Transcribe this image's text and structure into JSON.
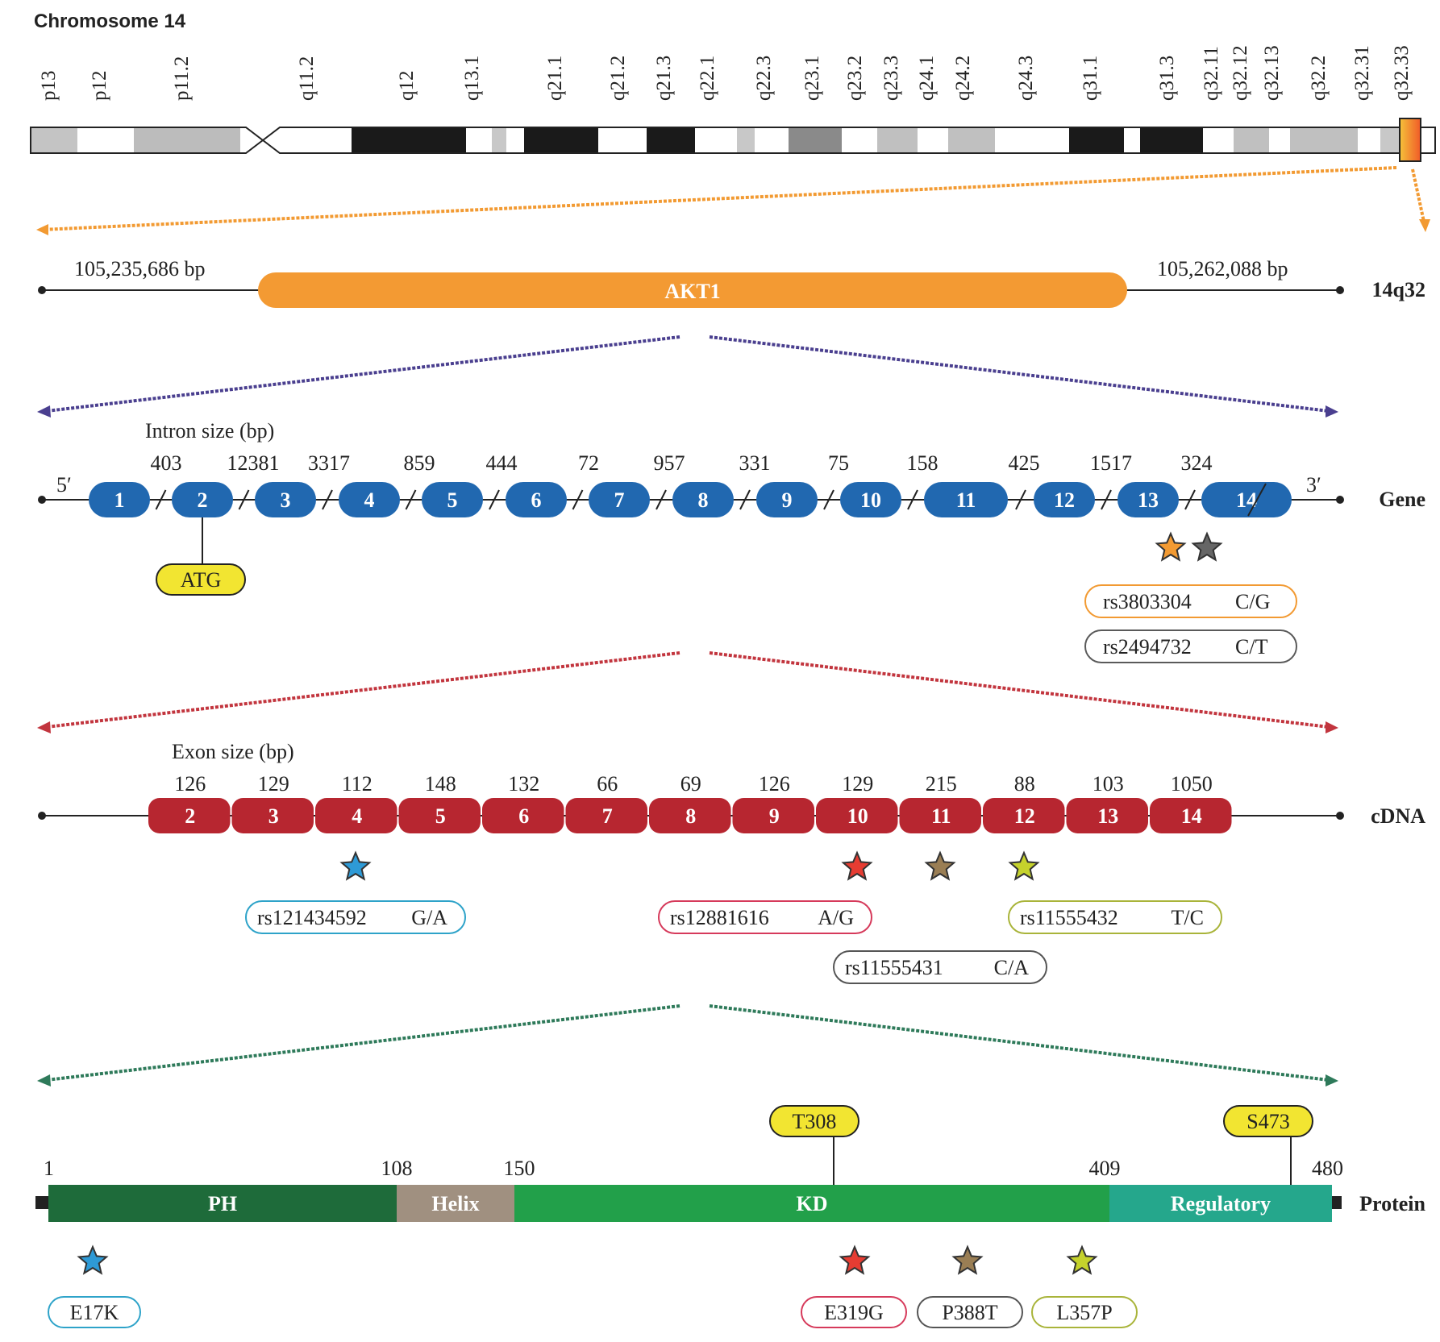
{
  "title": "Chromosome 14",
  "chromosome": {
    "bands": [
      "p13",
      "p12",
      "p11.2",
      "q11.2",
      "q12",
      "q13.1",
      "q21.1",
      "q21.2",
      "q21.3",
      "q22.1",
      "q22.3",
      "q23.1",
      "q23.2",
      "q23.3",
      "q24.1",
      "q24.2",
      "q24.3",
      "q31.1",
      "q31.3",
      "q32.11",
      "q32.12",
      "q32.13",
      "q32.2",
      "q32.31",
      "q32.33"
    ]
  },
  "gene_locus": {
    "name": "AKT1",
    "start": "105,235,686 bp",
    "end": "105,262,088 bp",
    "locus": "14q32"
  },
  "gene": {
    "row_label": "Gene",
    "intron_heading": "Intron size (bp)",
    "intron_sizes": [
      "403",
      "12381",
      "3317",
      "859",
      "444",
      "72",
      "957",
      "331",
      "75",
      "158",
      "425",
      "1517",
      "324"
    ],
    "exons": [
      "1",
      "2",
      "3",
      "4",
      "5",
      "6",
      "7",
      "8",
      "9",
      "10",
      "11",
      "12",
      "13",
      "14"
    ],
    "five_prime": "5′",
    "three_prime": "3′",
    "start_codon": "ATG",
    "snps": [
      {
        "id": "rs3803304",
        "allele": "C/G",
        "color": "#f29a32"
      },
      {
        "id": "rs2494732",
        "allele": "C/T",
        "color": "#5a5a5a"
      }
    ]
  },
  "cdna": {
    "row_label": "cDNA",
    "exon_heading": "Exon size (bp)",
    "exon_sizes": [
      "126",
      "129",
      "112",
      "148",
      "132",
      "66",
      "69",
      "126",
      "129",
      "215",
      "88",
      "103",
      "1050"
    ],
    "exons": [
      "2",
      "3",
      "4",
      "5",
      "6",
      "7",
      "8",
      "9",
      "10",
      "11",
      "12",
      "13",
      "14"
    ],
    "snps": [
      {
        "id": "rs121434592",
        "allele": "G/A",
        "color": "#2ea3c9"
      },
      {
        "id": "rs12881616",
        "allele": "A/G",
        "color": "#d63a5b"
      },
      {
        "id": "rs11555431",
        "allele": "C/A",
        "color": "#555555"
      },
      {
        "id": "rs11555432",
        "allele": "T/C",
        "color": "#a9b43a"
      }
    ]
  },
  "protein": {
    "row_label": "Protein",
    "positions": [
      "1",
      "108",
      "150",
      "409",
      "480"
    ],
    "domains": [
      {
        "name": "PH",
        "color": "#1e6b3a"
      },
      {
        "name": "Helix",
        "color": "#a09080"
      },
      {
        "name": "KD",
        "color": "#22a04a"
      },
      {
        "name": "Regulatory",
        "color": "#25a78c"
      }
    ],
    "phospho_sites": [
      "T308",
      "S473"
    ],
    "mutations": [
      {
        "label": "E17K",
        "color": "#2ea3c9"
      },
      {
        "label": "E319G",
        "color": "#d63a5b"
      },
      {
        "label": "P388T",
        "color": "#555555"
      },
      {
        "label": "L357P",
        "color": "#a9b43a"
      }
    ]
  },
  "colors": {
    "akt1": "#f39a33",
    "exon_blue": "#2168b0",
    "exon_red": "#b72630",
    "atg": "#f2e531",
    "phospho": "#f2e531",
    "star_blue": "#2e9ad6",
    "star_red": "#e63c32",
    "star_brown": "#9a7e54",
    "star_lime": "#c5d22c",
    "star_orange": "#f29a32",
    "star_gray": "#666666"
  }
}
